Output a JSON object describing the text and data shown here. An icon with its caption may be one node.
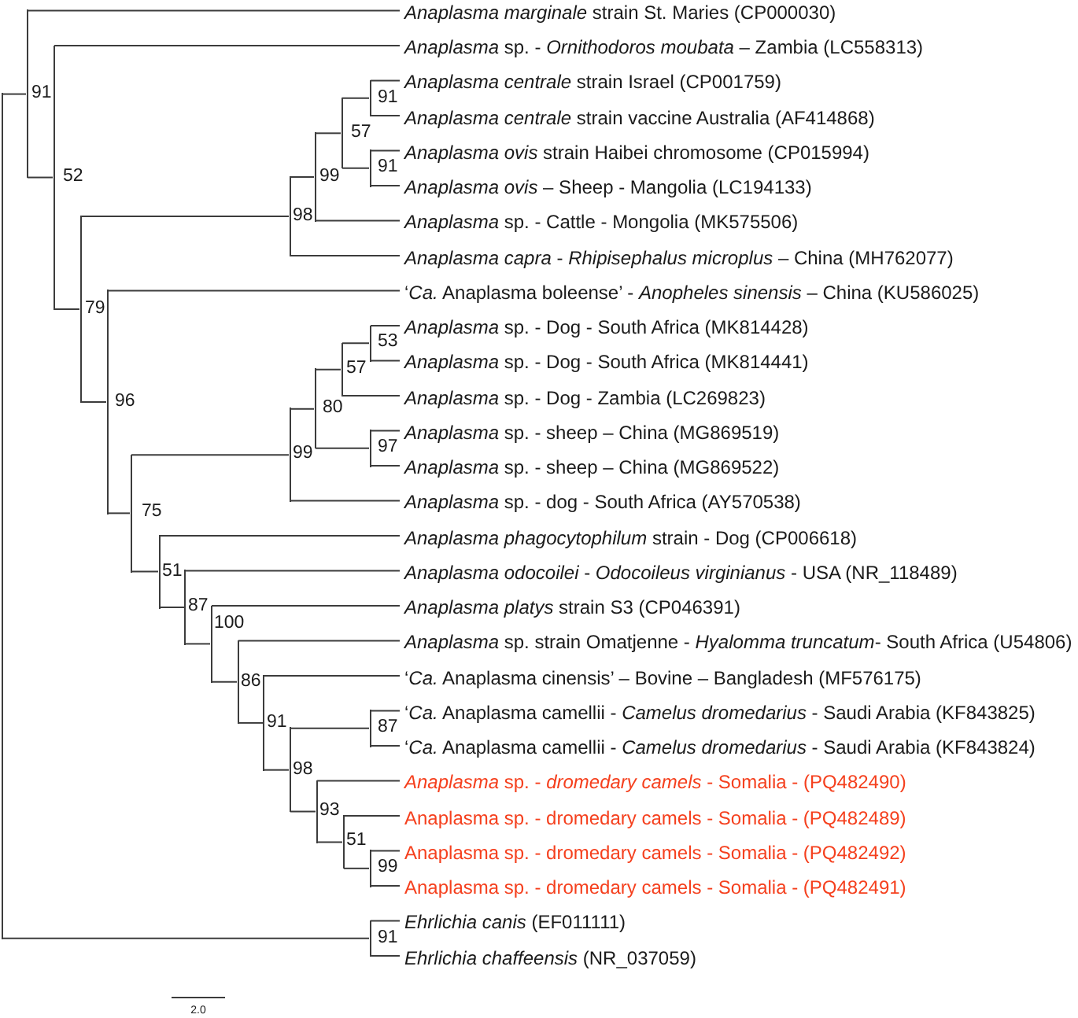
{
  "diagram": {
    "nodes": [
      {
        "text": [
          "*Anaplasma marginale* strain St. Maries (CP000030)"
        ]
      },
      {
        "text": [
          "*Anaplasma* sp. - *Ornithodoros moubata* – Zambia (LC558313)"
        ]
      },
      {
        "text": [
          "*Anaplasma centrale* strain Israel (CP001759)"
        ]
      },
      {
        "text": [
          "*Anaplasma centrale* strain vaccine Australia (AF414868)"
        ]
      },
      {
        "text": [
          "*Anaplasma ovis* strain Haibei chromosome (CP015994)"
        ]
      },
      {
        "text": [
          "*Anaplasma ovis* – Sheep - Mangolia (LC194133)"
        ]
      },
      {
        "text": [
          "*Anaplasma* sp. - Cattle - Mongolia (MK575506)"
        ]
      },
      {
        "text": [
          "*Anaplasma capra* - *Rhipisephalus microplus* – China (MH762077)"
        ]
      },
      {
        "text": [
          "‘*Ca.* Anaplasma boleense’ - *Anopheles sinensis* – China (KU586025)"
        ]
      },
      {
        "text": [
          "*Anaplasma* sp. - Dog - South Africa (MK814428)"
        ]
      },
      {
        "text": [
          "*Anaplasma* sp. - Dog - South Africa (MK814441)"
        ]
      },
      {
        "text": [
          "*Anaplasma* sp. - Dog - Zambia (LC269823)"
        ]
      },
      {
        "text": [
          "*Anaplasma* sp. - sheep – China (MG869519)"
        ]
      },
      {
        "text": [
          "*Anaplasma* sp. - sheep – China (MG869522)"
        ]
      },
      {
        "text": [
          "*Anaplasma* sp. - dog - South Africa (AY570538)"
        ]
      },
      {
        "text": [
          "*Anaplasma phagocytophilum* strain - Dog (CP006618)"
        ]
      },
      {
        "text": [
          "*Anaplasma odocoilei* - *Odocoileus virginianus* - USA (NR_118489)"
        ]
      },
      {
        "text": [
          "*Anaplasma platys* strain S3 (CP046391)"
        ]
      },
      {
        "text": [
          "*Anaplasma* sp. strain Omatjenne - *Hyalomma truncatum*- South Africa (U54806)"
        ]
      },
      {
        "text": [
          "‘*Ca.* Anaplasma cinensis’ – Bovine – Bangladesh (MF576175)"
        ]
      },
      {
        "text": [
          "‘*Ca.* Anaplasma camellii - *Camelus dromedarius* - Saudi Arabia (KF843825)"
        ]
      },
      {
        "text": [
          "‘*Ca.* Anaplasma camellii - *Camelus dromedarius* - Saudi Arabia (KF843824)"
        ]
      },
      {
        "text": [
          "*Anaplasma* sp. - *dromedary camels* - Somalia - (PQ482490)"
        ]
      },
      {
        "text": [
          "Anaplasma sp. - dromedary camels - Somalia - (PQ482489)"
        ]
      },
      {
        "text": [
          "Anaplasma sp. - dromedary camels - Somalia - (PQ482492)"
        ]
      },
      {
        "text": [
          "Anaplasma sp. - dromedary camels - Somalia - (PQ482491)"
        ]
      },
      {
        "text": [
          "*Ehrlichia canis* (EF011111)"
        ]
      },
      {
        "text": [
          "*Ehrlichia chaffeensis* (NR_037059)"
        ]
      },
      {
        "text": [],
        "shape": "bar"
      },
      {
        "text": [],
        "shape": "bar",
        "beside": [
          "91"
        ]
      },
      {
        "text": [],
        "shape": "bar",
        "beside": [
          "52"
        ]
      },
      {
        "text": [],
        "shape": "bar",
        "beside": [
          "79"
        ]
      },
      {
        "text": [],
        "shape": "bar",
        "beside": [
          "98"
        ]
      },
      {
        "text": [],
        "shape": "bar",
        "beside": [
          "99"
        ]
      },
      {
        "text": [],
        "shape": "bar",
        "beside": [
          "57"
        ]
      },
      {
        "text": [],
        "shape": "bar",
        "beside": [
          "91"
        ]
      },
      {
        "text": [],
        "shape": "bar",
        "beside": [
          "91"
        ]
      },
      {
        "text": [],
        "shape": "bar",
        "beside": [
          "96"
        ]
      },
      {
        "text": [],
        "shape": "bar",
        "beside": [
          "75"
        ]
      },
      {
        "text": [],
        "shape": "bar",
        "beside": [
          "99"
        ]
      },
      {
        "text": [],
        "shape": "bar",
        "beside": [
          "80"
        ]
      },
      {
        "text": [],
        "shape": "bar",
        "beside": [
          "57"
        ]
      },
      {
        "text": [],
        "shape": "bar",
        "beside": [
          "53"
        ]
      },
      {
        "text": [],
        "shape": "bar",
        "beside": [
          "97"
        ]
      },
      {
        "text": [],
        "shape": "bar",
        "beside": [
          "51"
        ]
      },
      {
        "text": [],
        "shape": "bar",
        "beside": [
          "87"
        ]
      },
      {
        "text": [],
        "shape": "bar",
        "beside": [
          "100"
        ]
      },
      {
        "text": [],
        "shape": "bar",
        "beside": [
          "86"
        ]
      },
      {
        "text": [],
        "shape": "bar",
        "beside": [
          "91"
        ]
      },
      {
        "text": [],
        "shape": "bar",
        "beside": [
          "87"
        ]
      },
      {
        "text": [],
        "shape": "bar",
        "beside": [
          "98"
        ]
      },
      {
        "text": [],
        "shape": "bar",
        "beside": [
          "93"
        ]
      },
      {
        "text": [],
        "shape": "bar",
        "beside": [
          "51"
        ]
      },
      {
        "text": [],
        "shape": "bar",
        "beside": [
          "99"
        ]
      },
      {
        "text": [],
        "shape": "bar",
        "beside": [
          "91"
        ]
      }
    ],
    "edges": [
      {
        "from": 28,
        "to": 29,
        "arrow": "none"
      },
      {
        "from": 28,
        "to": 54,
        "arrow": "none"
      },
      {
        "from": 29,
        "to": 0,
        "arrow": "none"
      },
      {
        "from": 29,
        "to": 30,
        "arrow": "none"
      },
      {
        "from": 30,
        "to": 1,
        "arrow": "none"
      },
      {
        "from": 30,
        "to": 31,
        "arrow": "none"
      },
      {
        "from": 31,
        "to": 32,
        "arrow": "none"
      },
      {
        "from": 31,
        "to": 37,
        "arrow": "none"
      },
      {
        "from": 32,
        "to": 33,
        "arrow": "none"
      },
      {
        "from": 32,
        "to": 7,
        "arrow": "none"
      },
      {
        "from": 33,
        "to": 34,
        "arrow": "none"
      },
      {
        "from": 33,
        "to": 6,
        "arrow": "none"
      },
      {
        "from": 34,
        "to": 35,
        "arrow": "none"
      },
      {
        "from": 34,
        "to": 36,
        "arrow": "none"
      },
      {
        "from": 35,
        "to": 2,
        "arrow": "none"
      },
      {
        "from": 35,
        "to": 3,
        "arrow": "none"
      },
      {
        "from": 36,
        "to": 4,
        "arrow": "none"
      },
      {
        "from": 36,
        "to": 5,
        "arrow": "none"
      },
      {
        "from": 37,
        "to": 8,
        "arrow": "none"
      },
      {
        "from": 37,
        "to": 38,
        "arrow": "none"
      },
      {
        "from": 38,
        "to": 39,
        "arrow": "none"
      },
      {
        "from": 38,
        "to": 44,
        "arrow": "none"
      },
      {
        "from": 39,
        "to": 40,
        "arrow": "none"
      },
      {
        "from": 39,
        "to": 14,
        "arrow": "none"
      },
      {
        "from": 40,
        "to": 41,
        "arrow": "none"
      },
      {
        "from": 40,
        "to": 43,
        "arrow": "none"
      },
      {
        "from": 41,
        "to": 42,
        "arrow": "none"
      },
      {
        "from": 41,
        "to": 11,
        "arrow": "none"
      },
      {
        "from": 42,
        "to": 9,
        "arrow": "none"
      },
      {
        "from": 42,
        "to": 10,
        "arrow": "none"
      },
      {
        "from": 43,
        "to": 12,
        "arrow": "none"
      },
      {
        "from": 43,
        "to": 13,
        "arrow": "none"
      },
      {
        "from": 44,
        "to": 15,
        "arrow": "none"
      },
      {
        "from": 44,
        "to": 45,
        "arrow": "none"
      },
      {
        "from": 45,
        "to": 16,
        "arrow": "none"
      },
      {
        "from": 45,
        "to": 46,
        "arrow": "none"
      },
      {
        "from": 46,
        "to": 17,
        "arrow": "none"
      },
      {
        "from": 46,
        "to": 47,
        "arrow": "none"
      },
      {
        "from": 47,
        "to": 18,
        "arrow": "none"
      },
      {
        "from": 47,
        "to": 48,
        "arrow": "none"
      },
      {
        "from": 48,
        "to": 19,
        "arrow": "none"
      },
      {
        "from": 48,
        "to": 50,
        "arrow": "none"
      },
      {
        "from": 50,
        "to": 49,
        "arrow": "none"
      },
      {
        "from": 50,
        "to": 51,
        "arrow": "none"
      },
      {
        "from": 49,
        "to": 20,
        "arrow": "none"
      },
      {
        "from": 49,
        "to": 21,
        "arrow": "none"
      },
      {
        "from": 51,
        "to": 22,
        "arrow": "none"
      },
      {
        "from": 51,
        "to": 52,
        "arrow": "none"
      },
      {
        "from": 52,
        "to": 23,
        "arrow": "none"
      },
      {
        "from": 52,
        "to": 53,
        "arrow": "none"
      },
      {
        "from": 53,
        "to": 24,
        "arrow": "none"
      },
      {
        "from": 53,
        "to": 25,
        "arrow": "none"
      },
      {
        "from": 54,
        "to": 26,
        "arrow": "none"
      },
      {
        "from": 54,
        "to": 27,
        "arrow": "none"
      }
    ],
    "labels": [
      "2.0"
    ]
  }
}
